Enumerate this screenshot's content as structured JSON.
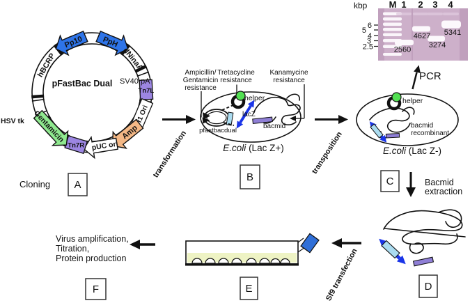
{
  "colors": {
    "promoter_blue": "#2e74e8",
    "segment_purple": "#9c86e2",
    "amp_orange": "#f4b886",
    "gentamicin_green": "#8fe98f",
    "red_feature_label": "#e81010",
    "helper_green": "#52e052",
    "insert_arrow_blue": "#1a35e8",
    "insert_cyan": "#abdcf0",
    "marker_purple": "#8f7fd6",
    "gel_background": "#c0a0bd",
    "flask_liquid": "#eef3c4",
    "flask_cap_blue": "#2f6fd8"
  },
  "plasmid": {
    "title": "pFastBac Dual",
    "hsv_tk": "HSV tk",
    "sv40": "SV40 pA",
    "features": {
      "pp10": "Pp10",
      "pph": "PpH",
      "dninaa": "dNinaA",
      "tn7l": "Tn7L",
      "f1ori": "f1 Ori",
      "amp": "Amp",
      "puc": "pUC ori",
      "tn7r": "Tn7R",
      "gentamicin": "Gentamicin",
      "hbcrp": "hBCRP"
    }
  },
  "gel": {
    "unit": "kbp",
    "lanes": [
      "M",
      "1",
      "2",
      "3",
      "4"
    ],
    "ladder": [
      "6",
      "5",
      "4",
      "3",
      "2.5"
    ],
    "bands": [
      "2560",
      "4627",
      "3274",
      "5341"
    ]
  },
  "pcr": "PCR",
  "arrows": {
    "transformation": "transformation",
    "transposition": "transposition",
    "sf9": "Sf9 transfection"
  },
  "bacmid_extraction": {
    "line1": "Bacmid",
    "line2": "extraction"
  },
  "final": {
    "line1": "Virus amplification,",
    "line2": "Titration,",
    "line3": "Protein production"
  },
  "cloning": "Cloning",
  "ecoli_b": {
    "r1l1": "Ampicillin/",
    "r1l2": "Gentamicin",
    "r1l3": "resistance",
    "r2l1": "Tretacycline",
    "r2l2": "resistance",
    "r3l1": "Kanamycine",
    "r3l2": "resistance",
    "helper": "helper",
    "plasmid": "pfastbacdual",
    "lacz": "lacZ",
    "bacmid": "bacmid",
    "species": "E.coli",
    "strain": " (Lac Z+)"
  },
  "ecoli_c": {
    "helper": "helper",
    "bacmid": "bacmid",
    "recombinant": "recombinant",
    "species": "E.coli",
    "strain": " (Lac Z-)"
  },
  "boxes": {
    "a": "A",
    "b": "B",
    "c": "C",
    "d": "D",
    "e": "E",
    "f": "F"
  }
}
